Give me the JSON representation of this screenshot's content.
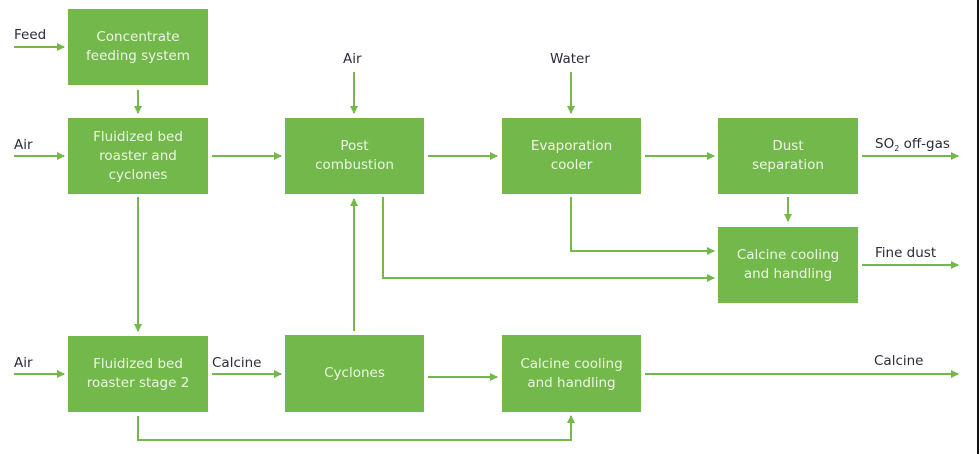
{
  "diagram": {
    "colors": {
      "box_fill": "#72b84a",
      "box_text": "#eef6e6",
      "arrow": "#72b84a",
      "label_text": "#2b2b3a"
    },
    "boxes": {
      "concentrate": "Concentrate\nfeeding system",
      "roaster1": "Fluidized bed\nroaster and\ncyclones",
      "post_combustion": "Post\ncombustion",
      "evaporation": "Evaporation\ncooler",
      "dust_separation": "Dust\nseparation",
      "calcine_cooling_upper": "Calcine cooling\nand handling",
      "roaster2": "Fluidized bed\nroaster stage 2",
      "cyclones": "Cyclones",
      "calcine_cooling_lower": "Calcine cooling\nand handling"
    },
    "labels": {
      "feed": "Feed",
      "air_roaster1": "Air",
      "air_post": "Air",
      "water": "Water",
      "so2_prefix": "SO",
      "so2_sub": "2",
      "so2_suffix": " off-gas",
      "fine_dust": "Fine dust",
      "air_roaster2": "Air",
      "calcine_mid": "Calcine",
      "calcine_out": "Calcine"
    }
  }
}
